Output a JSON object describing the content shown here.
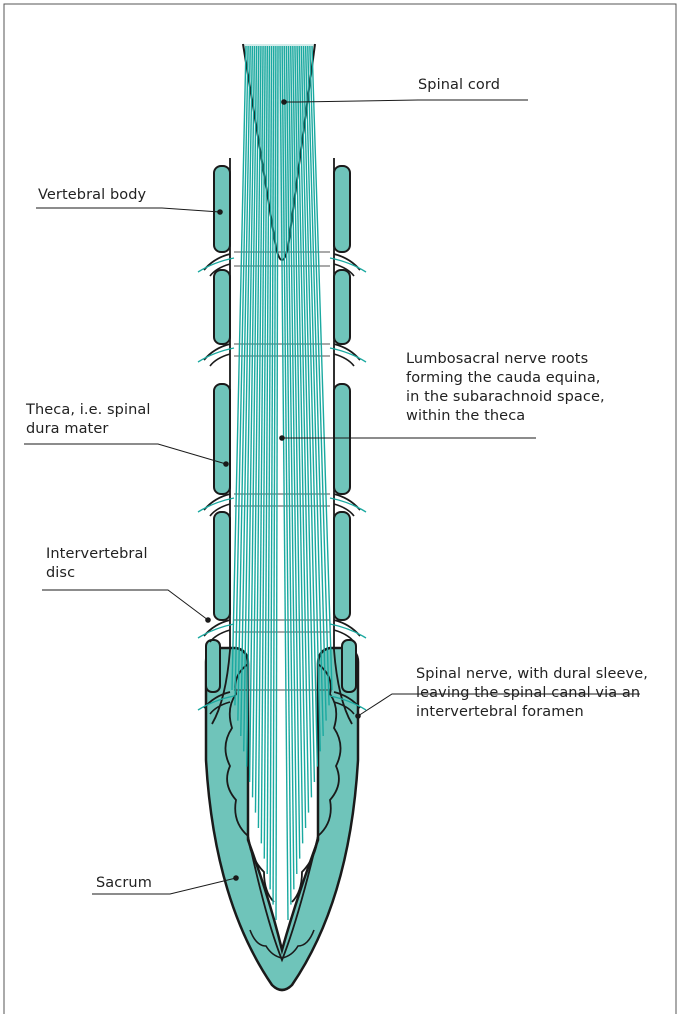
{
  "labels": {
    "spinal_cord": "Spinal cord",
    "vertebral_body": "Vertebral body",
    "nerve_roots": "Lumbosacral nerve roots\nforming the cauda equina,\nin the subarachnoid space,\nwithin the theca",
    "theca": "Theca, i.e. spinal\ndura mater",
    "intervertebral_disc": "Intervertebral\ndisc",
    "spinal_nerve": "Spinal nerve, with dural sleeve,\nleaving the spinal canal via an\nintervertebral foramen",
    "sacrum": "Sacrum"
  },
  "colors": {
    "bone": "#6fc4ba",
    "bone_dark": "#4fb0a5",
    "cord": "#d3ecea",
    "nerve": "#1aa9a0",
    "outline": "#1a1a1a"
  }
}
